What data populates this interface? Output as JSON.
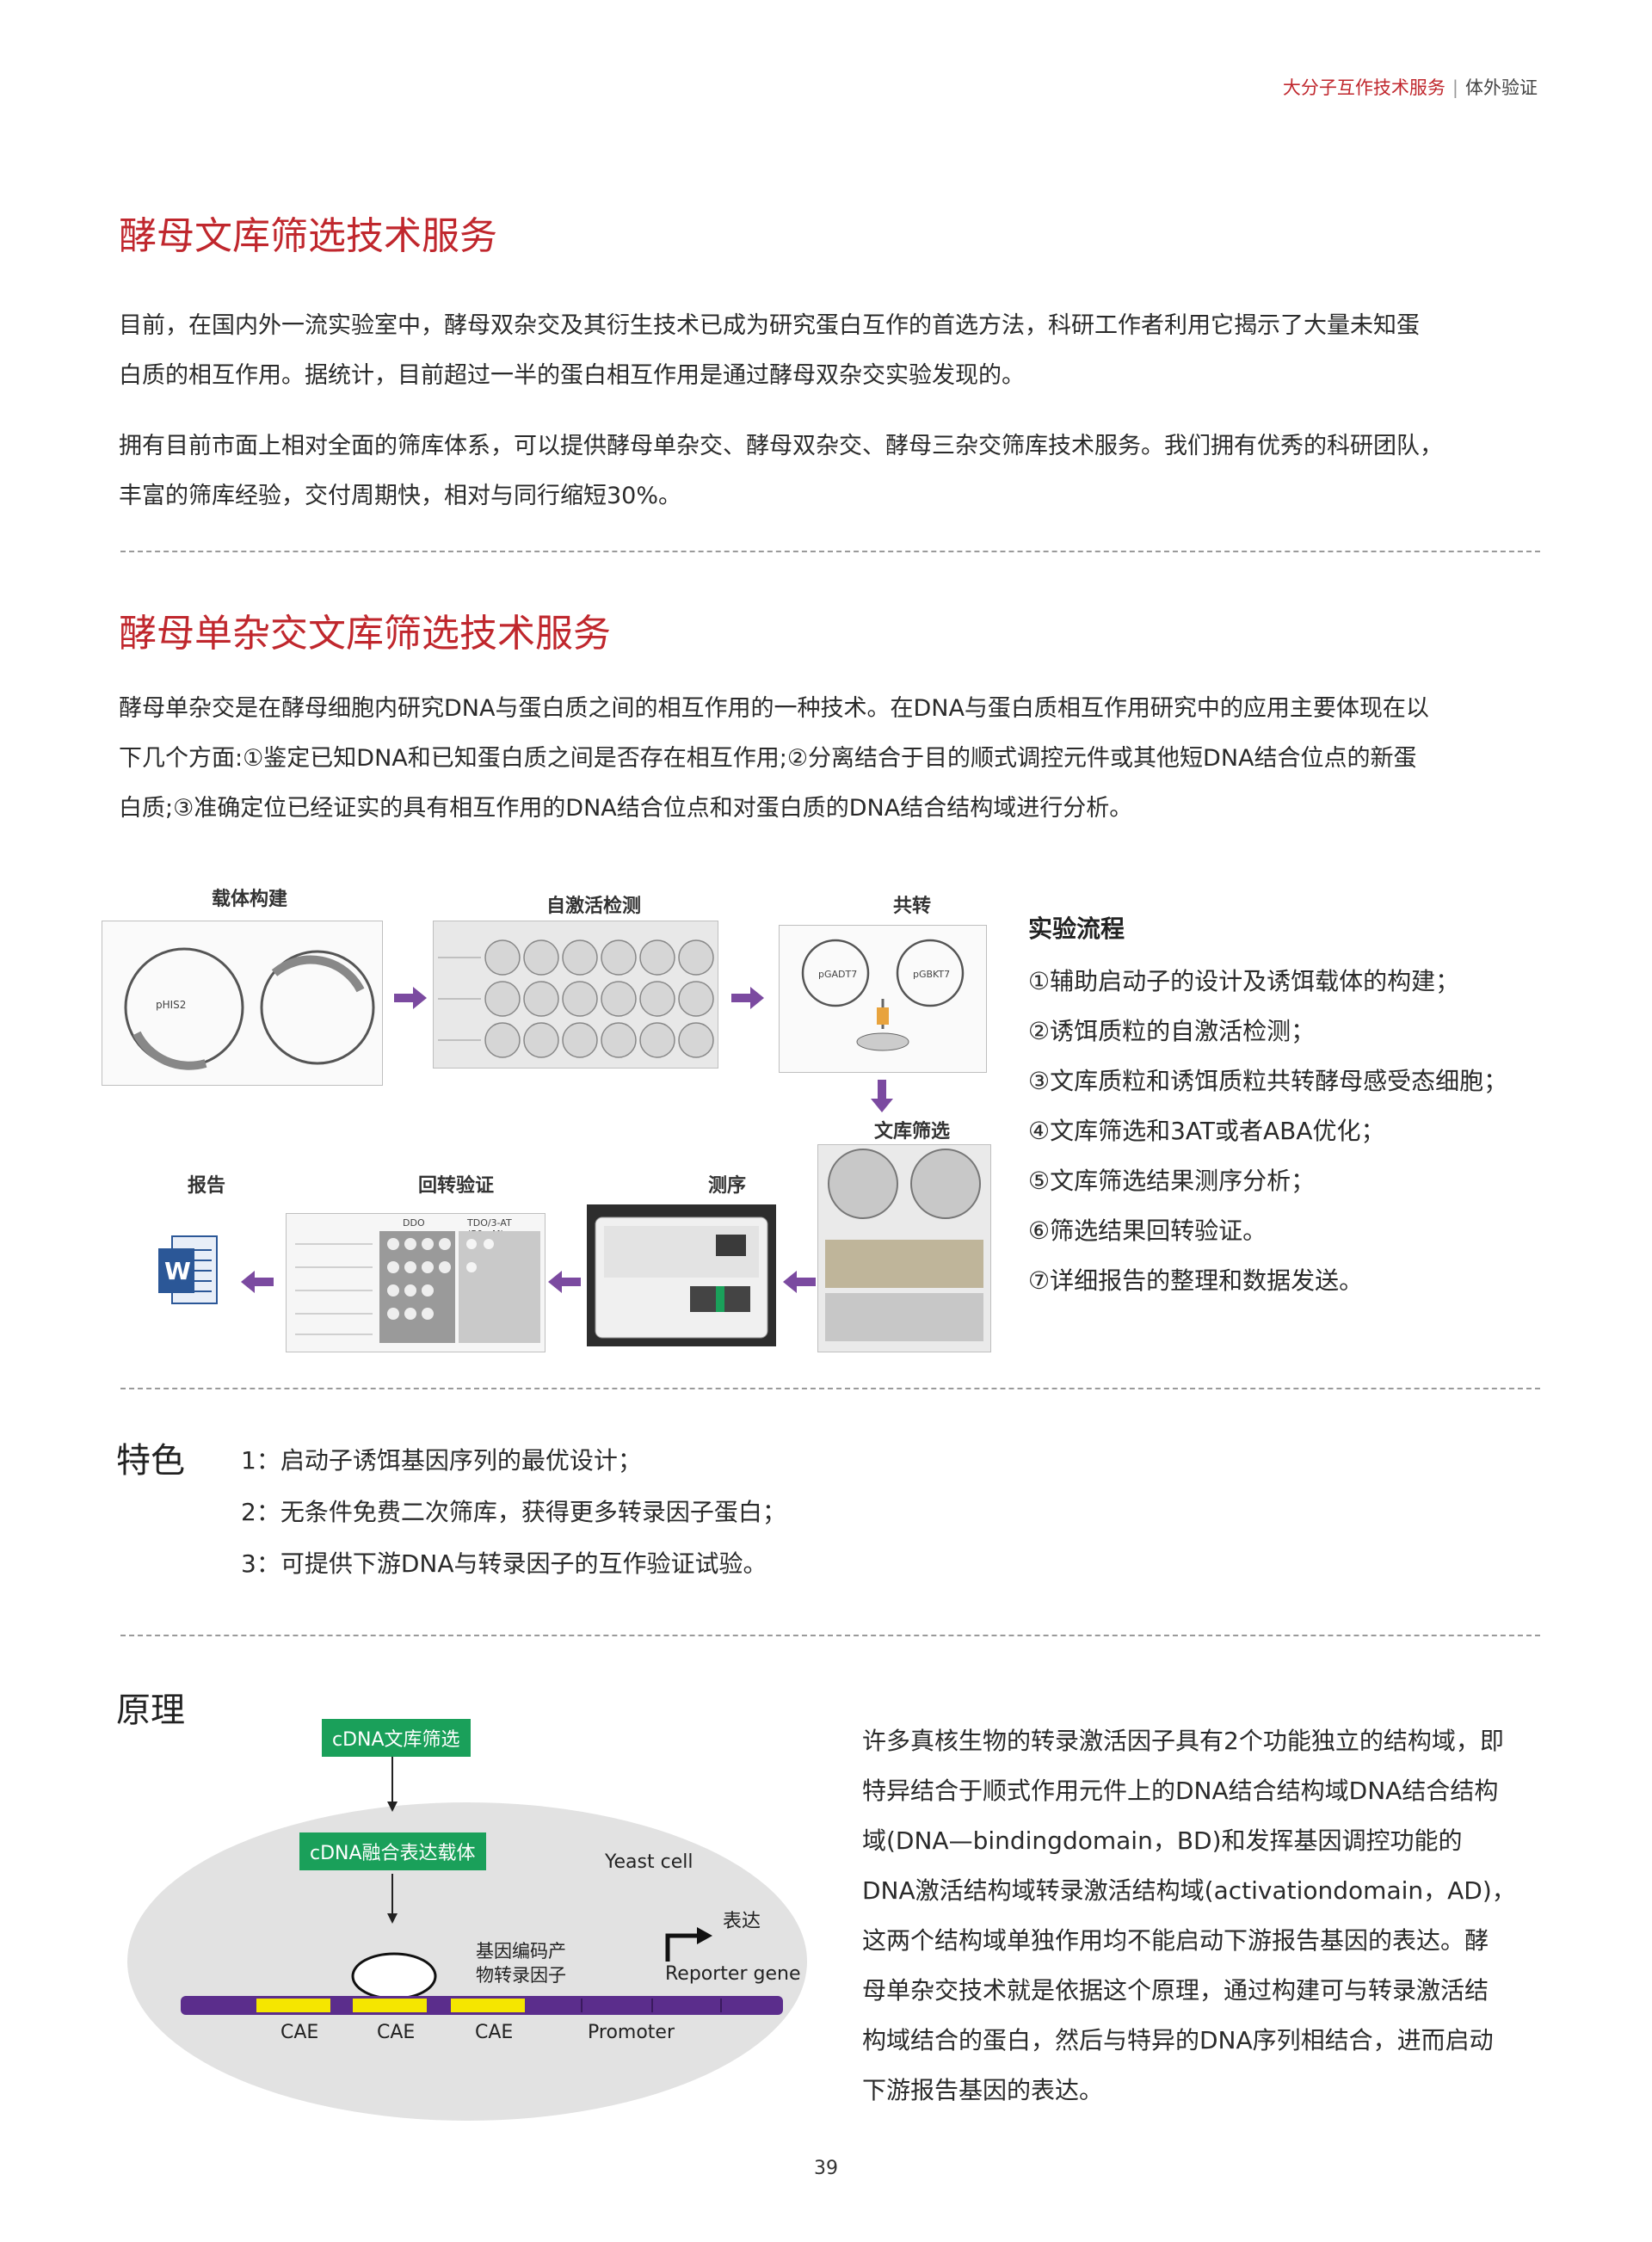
{
  "header": {
    "section": "大分子互作技术服务",
    "sub": "体外验证"
  },
  "section1": {
    "title": "酵母文库筛选技术服务",
    "para1_line1": "目前，在国内外一流实验室中，酵母双杂交及其衍生技术已成为研究蛋白互作的首选方法，科研工作者利用它揭示了大量未知蛋",
    "para1_line2": "白质的相互作用。据统计，目前超过一半的蛋白相互作用是通过酵母双杂交实验发现的。",
    "para2_line1": "拥有目前市面上相对全面的筛库体系，可以提供酵母单杂交、酵母双杂交、酵母三杂交筛库技术服务。我们拥有优秀的科研团队，",
    "para2_line2": "丰富的筛库经验，交付周期快，相对与同行缩短30%。"
  },
  "section2": {
    "title": "酵母单杂交文库筛选技术服务",
    "line1": "酵母单杂交是在酵母细胞内研究DNA与蛋白质之间的相互作用的一种技术。在DNA与蛋白质相互作用研究中的应用主要体现在以",
    "line2": "下几个方面:①鉴定已知DNA和已知蛋白质之间是否存在相互作用;②分离结合于目的顺式调控元件或其他短DNA结合位点的新蛋",
    "line3": "白质;③准确定位已经证实的具有相互作用的DNA结合位点和对蛋白质的DNA结合结构域进行分析。"
  },
  "figure": {
    "labels": {
      "vector": "载体构建",
      "autoactivation": "自激活检测",
      "cotransform": "共转",
      "screening": "文库筛选",
      "sequencing": "测序",
      "verification": "回转验证",
      "report": "报告"
    },
    "panel_text": {
      "ddo": "DDO",
      "tdo": "TDO/3-AT (50mM)",
      "ppgadt7": "pGADT7",
      "pgbkt7": "pGBKT7",
      "vector_name": "pHIS2",
      "doc_letter": "W"
    }
  },
  "workflow": {
    "title": "实验流程",
    "steps": [
      "①辅助启动子的设计及诱饵载体的构建；",
      "②诱饵质粒的自激活检测；",
      "③文库质粒和诱饵质粒共转酵母感受态细胞；",
      "④文库筛选和3AT或者ABA优化；",
      "⑤文库筛选结果测序分析；",
      "⑥筛选结果回转验证。",
      "⑦详细报告的整理和数据发送。"
    ]
  },
  "features": {
    "heading": "特色",
    "items": [
      "1：启动子诱饵基因序列的最优设计；",
      "2：无条件免费二次筛库，获得更多转录因子蛋白；",
      "3：可提供下游DNA与转录因子的互作验证试验。"
    ]
  },
  "principle": {
    "heading": "原理",
    "diagram": {
      "box1": "cDNA文库筛选",
      "box2": "cDNA融合表达载体",
      "yeast": "Yeast cell",
      "express": "表达",
      "tf_line1": "基因编码产",
      "tf_line2": "物转录因子",
      "reporter": "Reporter gene",
      "cae1": "CAE",
      "cae2": "CAE",
      "cae3": "CAE",
      "promoter": "Promoter"
    },
    "text_lines": [
      "许多真核生物的转录激活因子具有2个功能独立的结构域，即",
      "特异结合于顺式作用元件上的DNA结合结构域DNA结合结构",
      "域(DNA—bindingdomain，BD)和发挥基因调控功能的",
      "DNA激活结构域转录激活结构域(activationdomain，AD)，",
      "这两个结构域单独作用均不能启动下游报告基因的表达。酵",
      "母单杂交技术就是依据这个原理，通过构建可与转录激活结",
      "构域结合的蛋白，然后与特异的DNA序列相结合，进而启动",
      "下游报告基因的表达。"
    ]
  },
  "page_number": "39",
  "colors": {
    "accent": "#c0272d",
    "arrow": "#7b4aa0",
    "green": "#1aa05a",
    "dna_bar": "#5b2d8c",
    "cae": "#f5e600"
  }
}
